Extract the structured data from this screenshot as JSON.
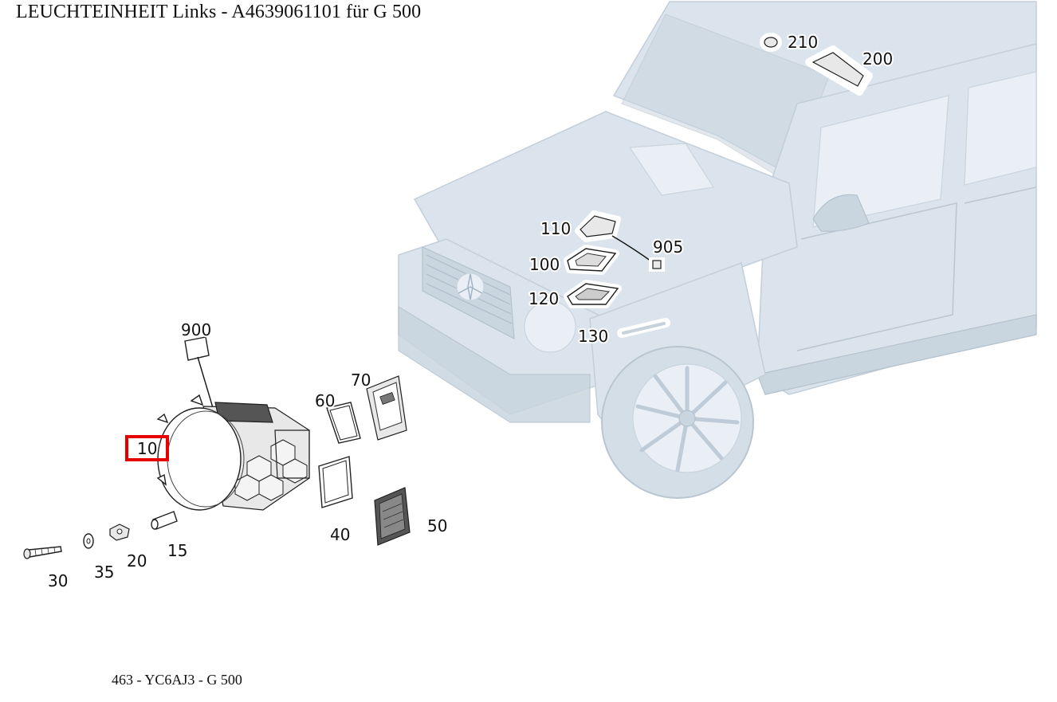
{
  "header": {
    "title": "LEUCHTEINHEIT Links - A4639061101 für G 500"
  },
  "footer": {
    "caption": "463 - YC6AJ3 - G 500"
  },
  "callouts": {
    "c10": "10",
    "c15": "15",
    "c20": "20",
    "c30": "30",
    "c35": "35",
    "c40": "40",
    "c50": "50",
    "c60": "60",
    "c70": "70",
    "c100": "100",
    "c110": "110",
    "c120": "120",
    "c130": "130",
    "c200": "200",
    "c210": "210",
    "c900": "900",
    "c905": "905"
  },
  "highlight": {
    "selected_callout": "10",
    "color": "#e60000"
  },
  "colors": {
    "vehicle": "#dbe4ec",
    "highlight": "#e60000"
  }
}
